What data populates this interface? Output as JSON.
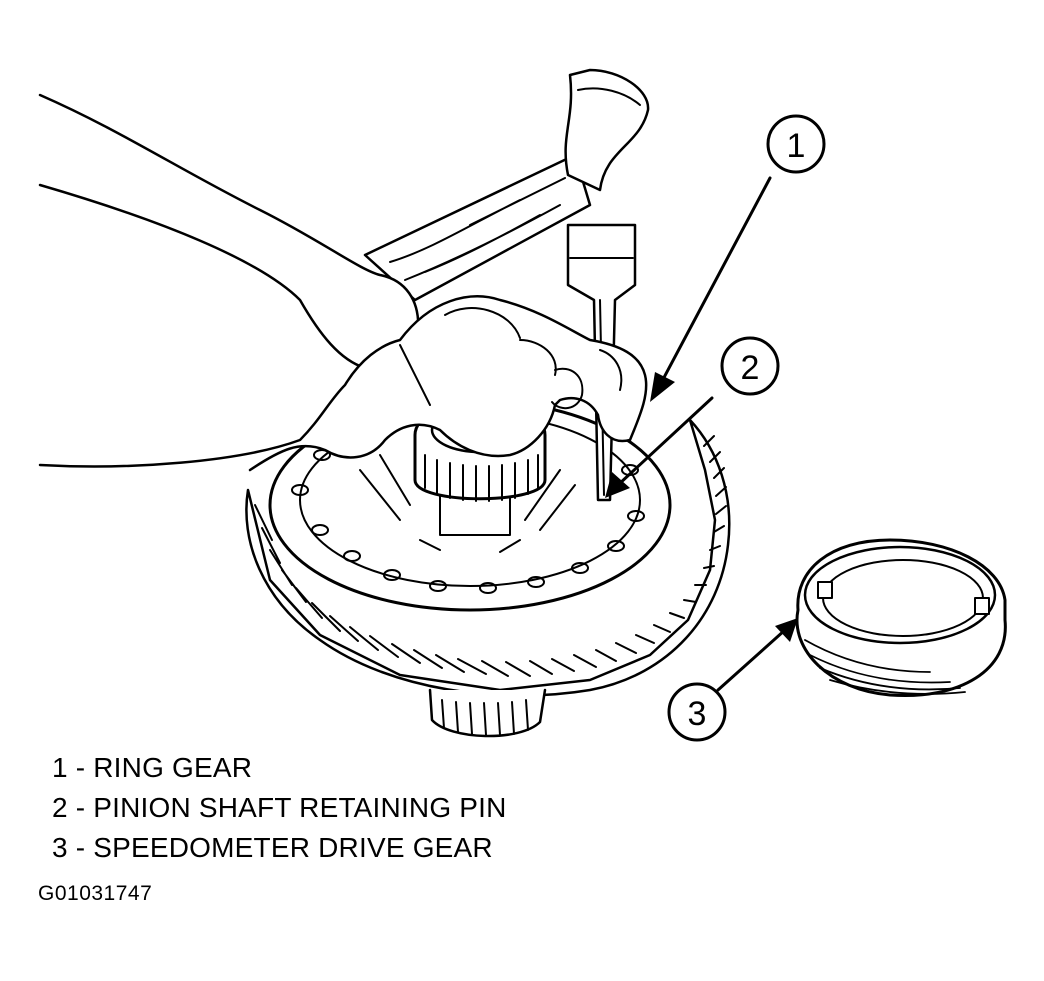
{
  "callouts": [
    {
      "number": "1",
      "part": "RING GEAR"
    },
    {
      "number": "2",
      "part": "PINION SHAFT RETAINING PIN"
    },
    {
      "number": "3",
      "part": "SPEEDOMETER DRIVE GEAR"
    }
  ],
  "legend": [
    {
      "text": "1 - RING GEAR"
    },
    {
      "text": "2 - PINION SHAFT RETAINING PIN"
    },
    {
      "text": "3 - SPEEDOMETER DRIVE GEAR"
    }
  ],
  "figure_id": "G01031747",
  "colors": {
    "ink": "#000000",
    "paper": "#ffffff"
  }
}
